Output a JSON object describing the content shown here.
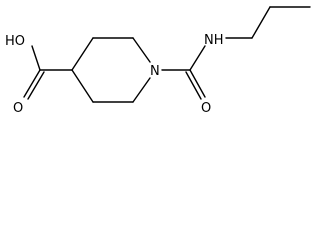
{
  "structure": {
    "atoms": {
      "hydroxyl": "HO",
      "ring_nitrogen": "N",
      "carbonyl_oxygen": "O",
      "amide_nh": "NH",
      "acid_carbonyl_oxygen": "O"
    }
  },
  "colors": {
    "bond": "#000000",
    "label": "#000000",
    "background": "#ffffff"
  }
}
